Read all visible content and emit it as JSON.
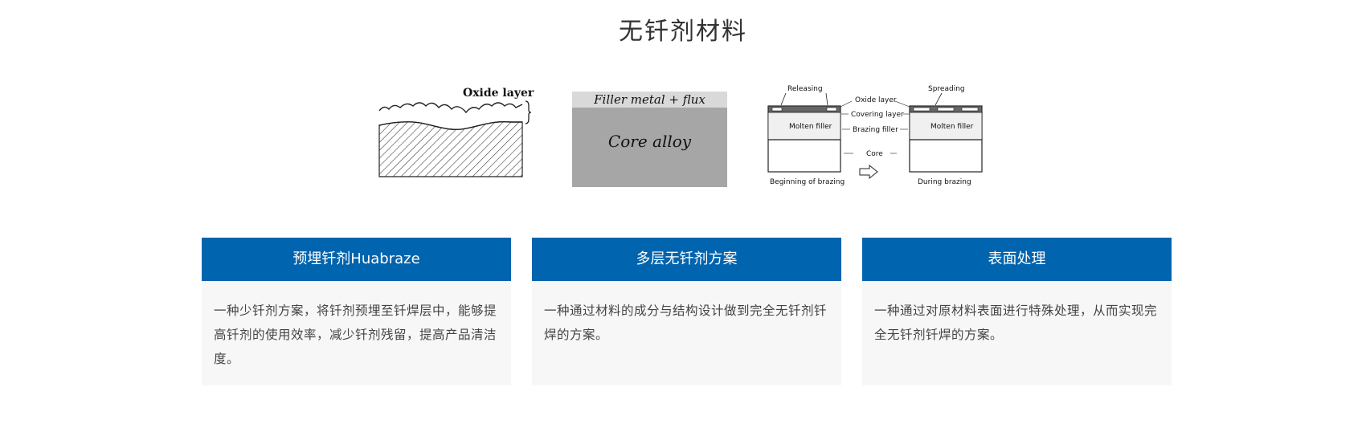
{
  "page": {
    "title": "无钎剂材料"
  },
  "figures": {
    "oxide": {
      "label": "Oxide layer"
    },
    "filler": {
      "top_label": "Filler metal + flux",
      "core_label": "Core alloy"
    },
    "brazing": {
      "releasing": "Releasing",
      "spreading": "Spreading",
      "oxide_layer": "Oxide layer",
      "covering_layer": "Covering layer",
      "brazing_filler": "Brazing filler",
      "core": "Core",
      "molten_filler_left": "Molten filler",
      "molten_filler_right": "Molten filler",
      "caption_left": "Beginning of brazing",
      "caption_right": "During brazing"
    }
  },
  "cards": [
    {
      "title": "预埋钎剂Huabraze",
      "description": "一种少钎剂方案，将钎剂预埋至钎焊层中，能够提高钎剂的使用效率，减少钎剂残留，提高产品清洁度。"
    },
    {
      "title": "多层无钎剂方案",
      "description": "一种通过材料的成分与结构设计做到完全无钎剂钎焊的方案。"
    },
    {
      "title": "表面处理",
      "description": "一种通过对原材料表面进行特殊处理，从而实现完全无钎剂钎焊的方案。"
    }
  ]
}
